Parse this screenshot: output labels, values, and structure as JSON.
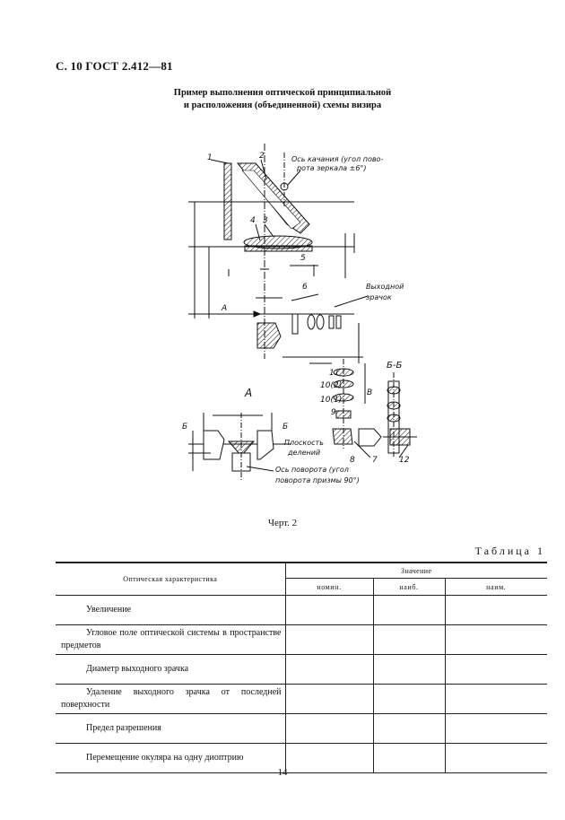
{
  "header": "С. 10 ГОСТ 2.412—81",
  "caption": {
    "line1": "Пример выполнения оптической принципиальной",
    "line2": "и расположения (объединенной) схемы визира"
  },
  "drawing": {
    "labels": {
      "n1": "1",
      "n2": "2",
      "n3": "3",
      "n4": "4",
      "n5": "5",
      "n6": "6",
      "n7": "7",
      "n8": "8",
      "n9": "9",
      "n10_1": "10(1)",
      "n10_2": "10(2)",
      "n11": "11",
      "n12": "12",
      "axis_swing_1": "Ось качания (угол пово-",
      "axis_swing_2": "рота зеркала ±6°)",
      "exit_pupil_1": "Выходной",
      "exit_pupil_2": "зрачок",
      "view_a": "А",
      "arrow_a": "А",
      "section": "Б-Б",
      "b_left": "Б",
      "b_right": "Б",
      "dim_v": "В",
      "plane_1": "Плоскость",
      "plane_2": "делений",
      "axis_turn_1": "Ось поворота (угол",
      "axis_turn_2": "поворота призмы 90°)"
    }
  },
  "figure_label": "Черт. 2",
  "table_title": "Таблица 1",
  "table": {
    "col_characteristic": "Оптическая характеристика",
    "col_value": "Значение",
    "sub_nom": "номин.",
    "sub_max": "наиб.",
    "sub_min": "наим.",
    "rows": [
      "Увеличение",
      "Угловое поле оптической системы в пространстве предметов",
      "Диаметр выходного зрачка",
      "Удаление выходного зрачка от последней поверхности",
      "Предел разрешения",
      "Перемещение окуляра на одну диоптрию"
    ]
  },
  "page_number": "14"
}
